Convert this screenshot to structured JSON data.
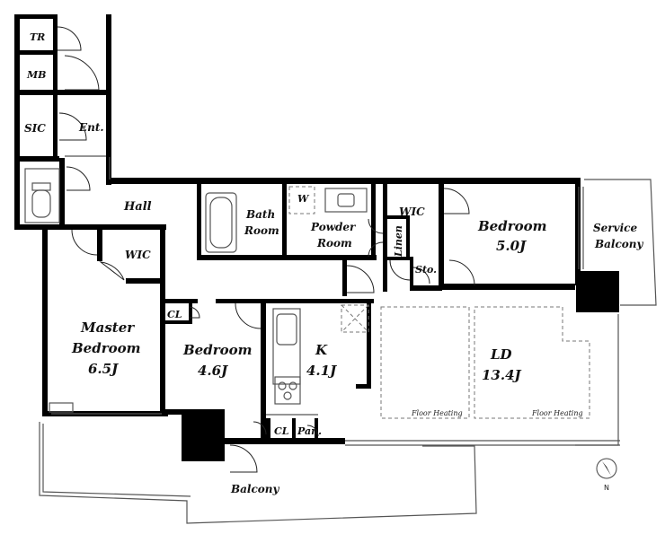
{
  "rooms": {
    "tr": "TR",
    "mb": "MB",
    "sic": "SIC",
    "ent": "Ent.",
    "hall": "Hall",
    "wic_master": "WIC",
    "bath": "Bath",
    "bath2": "Room",
    "w": "W",
    "powder": "Powder",
    "powder2": "Room",
    "linen": "Linen",
    "wic_right": "WIC",
    "sto": "Sto.",
    "bedroom_right": "Bedroom",
    "bedroom_right_size": "5.0J",
    "service": "Service",
    "service2": "Balcony",
    "master": "Master",
    "master2": "Bedroom",
    "master_size": "6.5J",
    "cl_left": "CL",
    "bedroom_mid": "Bedroom",
    "bedroom_mid_size": "4.6J",
    "kitchen": "K",
    "kitchen_size": "4.1J",
    "ld": "LD",
    "ld_size": "13.4J",
    "floor_heating_1": "Floor Heating",
    "floor_heating_2": "Floor Heating",
    "cl_pan_1": "CL",
    "cl_pan_2": "Pan.",
    "balcony": "Balcony"
  },
  "compass": {
    "north": "N"
  }
}
